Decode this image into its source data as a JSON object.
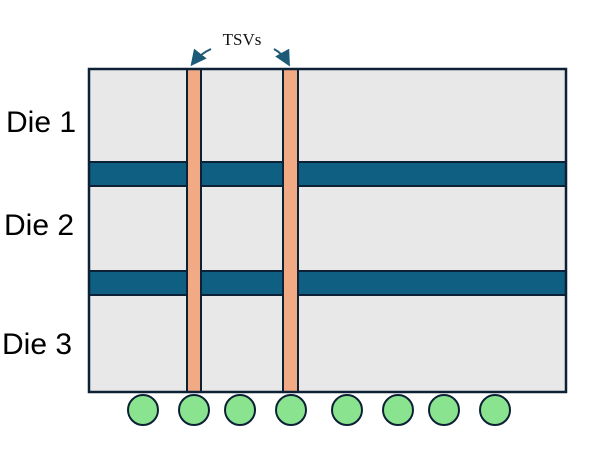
{
  "labels": {
    "tsvs": "TSVs",
    "dies": [
      "Die 1",
      "Die 2",
      "Die 3"
    ]
  },
  "colors": {
    "die_fill": "#e8e8e8",
    "outline": "#0d2136",
    "bond_layer": "#0f5f82",
    "tsv_fill": "#f2aa84",
    "bump_fill": "#8ae38f",
    "bump_stroke": "#0d2136",
    "arrow": "#1d5a78"
  },
  "counts": {
    "tsv_count": 2,
    "bump_count": 8
  }
}
